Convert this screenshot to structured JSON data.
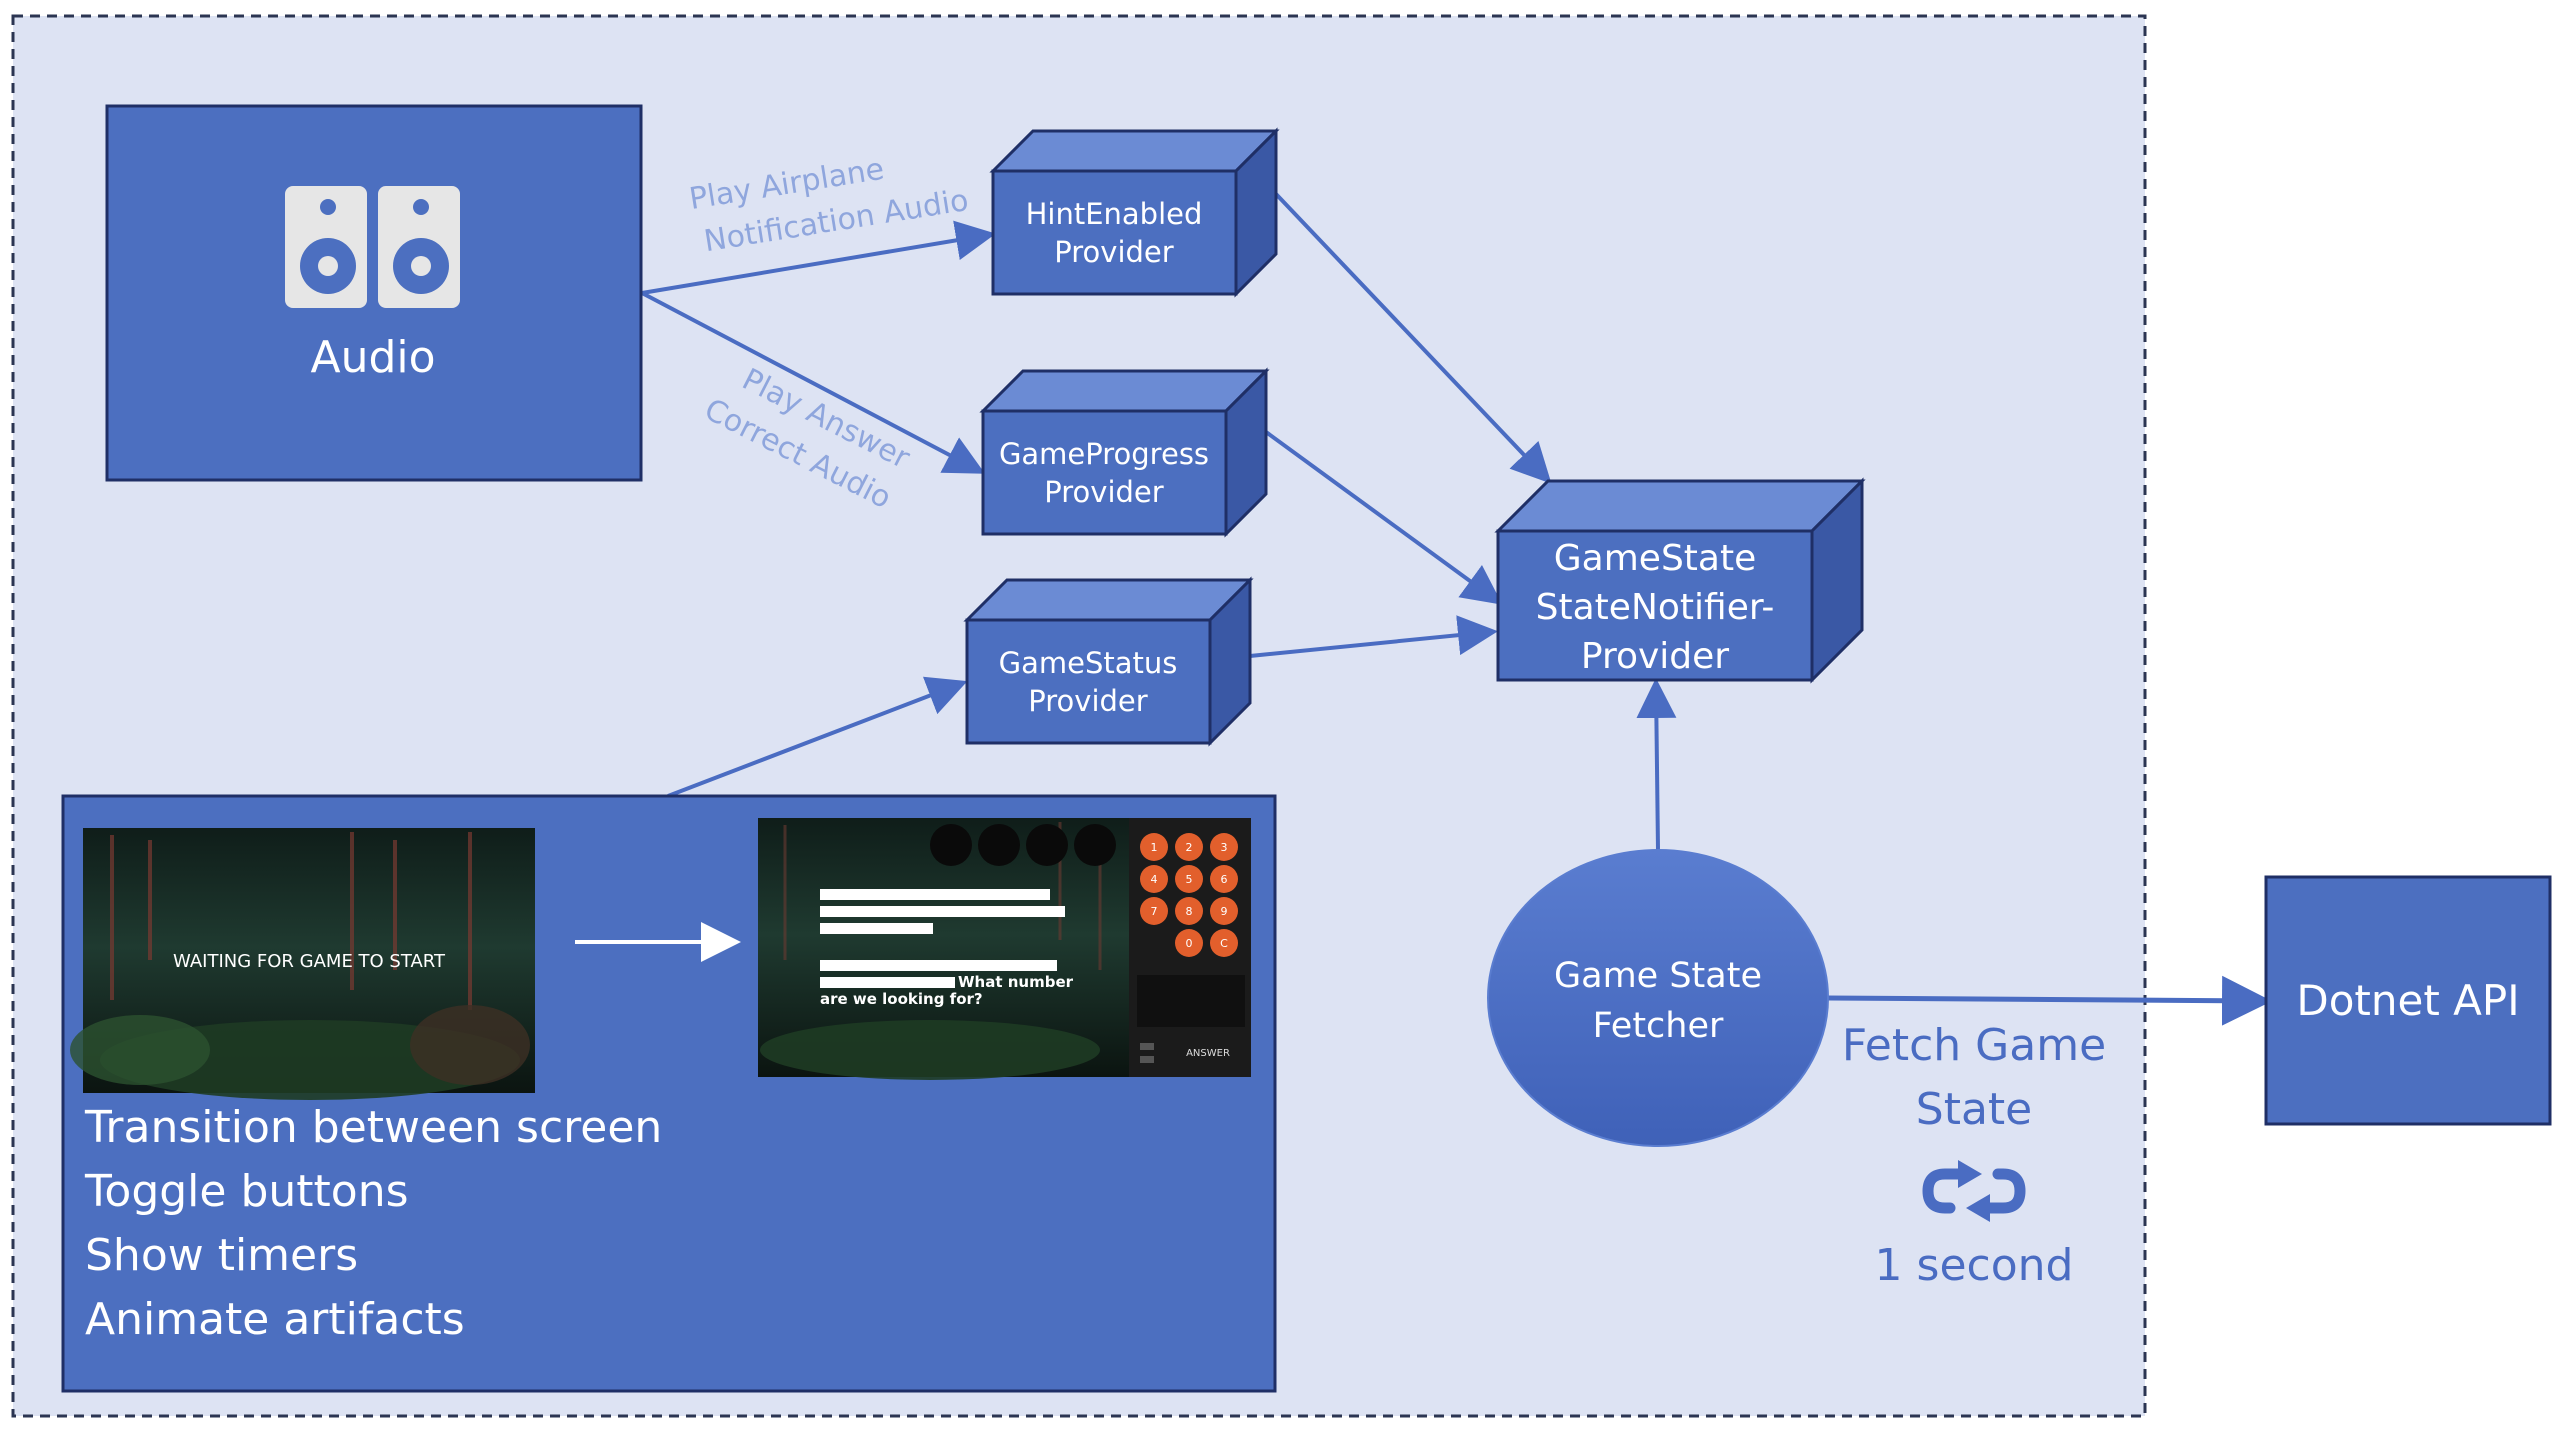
{
  "colors": {
    "background": "#dde3f3",
    "node_fill": "#4c6fc0",
    "node_top": "#6b8bd4",
    "node_side": "#3a58a5",
    "node_stroke": "#1f2f66",
    "arrow": "#4a6cc2",
    "edge_label": "#8fa6dd",
    "fetch_label": "#4a6cc2",
    "keypad": "#e25f2c"
  },
  "nodes": {
    "audio": {
      "label": "Audio",
      "icon": "speaker-icon"
    },
    "hint_enabled": {
      "line1": "HintEnabled",
      "line2": "Provider"
    },
    "game_progress": {
      "line1": "GameProgress",
      "line2": "Provider"
    },
    "game_status": {
      "line1": "GameStatus",
      "line2": "Provider"
    },
    "game_state": {
      "line1": "GameState",
      "line2": "StateNotifier-",
      "line3": "Provider"
    },
    "fetcher": {
      "line1": "Game State",
      "line2": "Fetcher"
    },
    "dotnet": {
      "label": "Dotnet API"
    }
  },
  "edges": {
    "airplane": {
      "line1": "Play Airplane",
      "line2": "Notification Audio"
    },
    "answer": {
      "line1": "Play Answer",
      "line2": "Correct Audio"
    },
    "fetch": {
      "line1": "Fetch Game",
      "line2": "State",
      "interval": "1 second",
      "icon": "repeat-icon"
    }
  },
  "ui_panel": {
    "waiting_text": "WAITING FOR GAME TO START",
    "question_text_1": "What number",
    "question_text_2": "are we looking for?",
    "keypad_keys": [
      "1",
      "2",
      "3",
      "4",
      "5",
      "6",
      "7",
      "8",
      "9",
      "0",
      "C"
    ],
    "answer_button": "ANSWER",
    "features": [
      "Transition between screen",
      "Toggle buttons",
      "Show timers",
      "Animate artifacts"
    ]
  }
}
